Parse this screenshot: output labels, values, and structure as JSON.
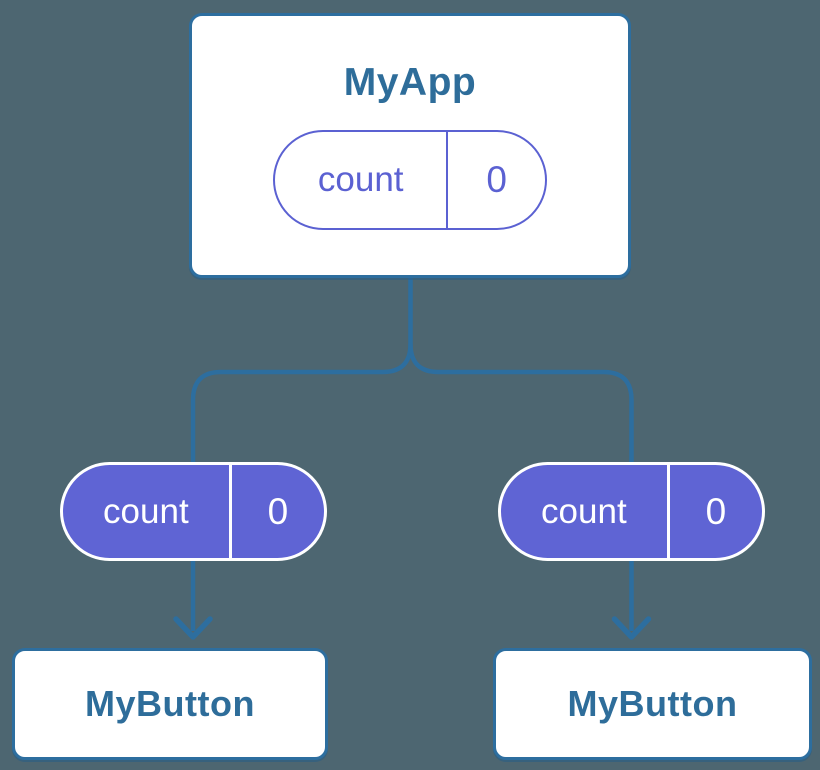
{
  "diagram": {
    "description": "Component tree with shared state lifted to parent",
    "root": {
      "title": "MyApp",
      "state": {
        "label": "count",
        "value": "0"
      }
    },
    "children": [
      {
        "title": "MyButton",
        "state": {
          "label": "count",
          "value": "0"
        }
      },
      {
        "title": "MyButton",
        "state": {
          "label": "count",
          "value": "0"
        }
      }
    ],
    "colors": {
      "background": "#4d6671",
      "node_fill": "#ffffff",
      "node_border": "#2d6e9f",
      "node_text": "#2e6d9a",
      "edge": "#2d6e9f",
      "prop_pill_fill": "#5f64d4",
      "prop_pill_text": "#ffffff",
      "state_pill_outline": "#5b61d2"
    }
  }
}
